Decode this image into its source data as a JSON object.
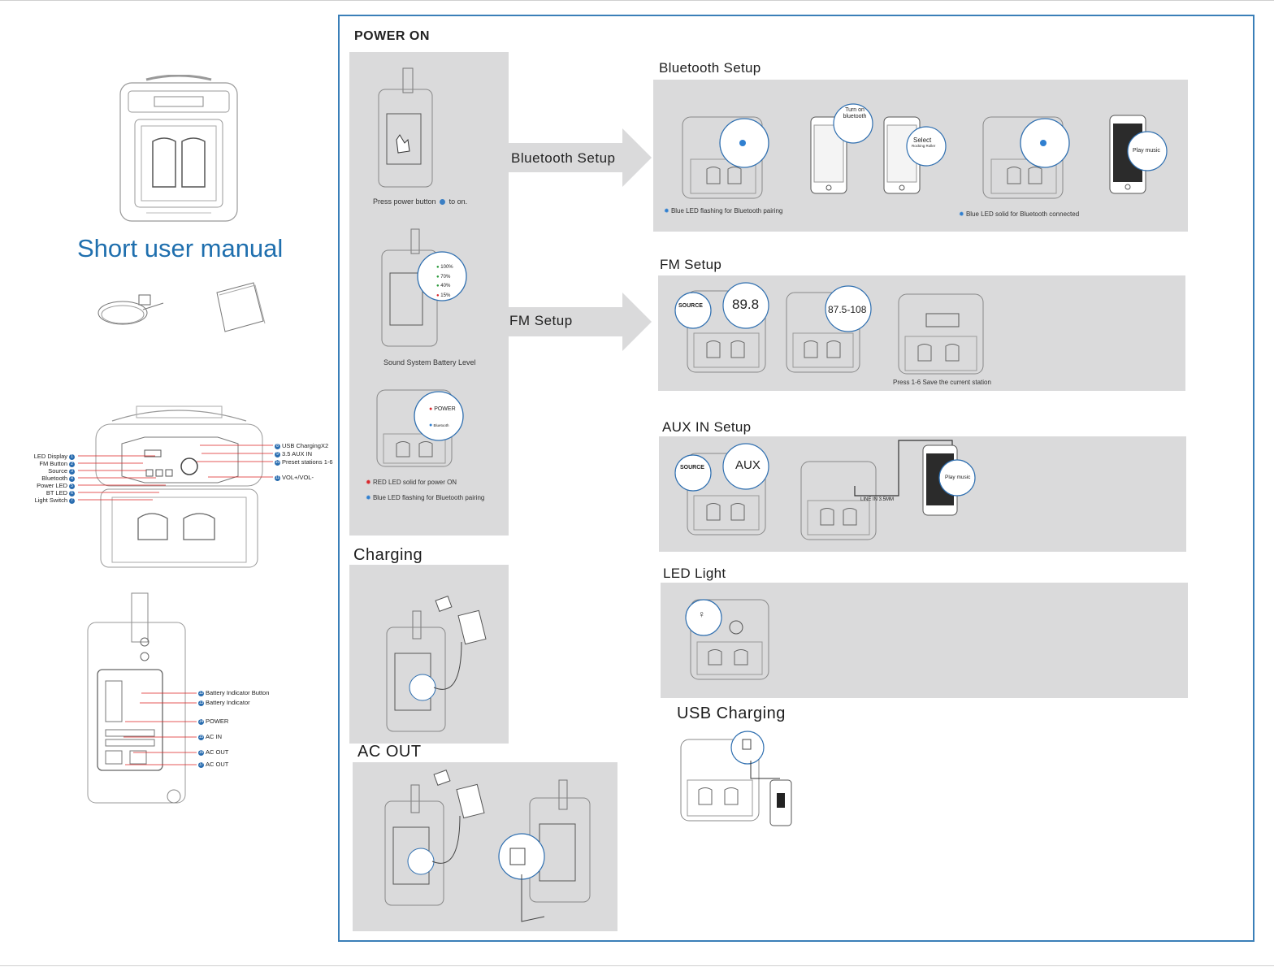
{
  "manual": {
    "title": "Short user manual"
  },
  "front_labels": {
    "left": [
      "LED Display",
      "FM Button",
      "Source",
      "Bluetooth",
      "Power LED",
      "BT LED",
      "Light Switch"
    ],
    "left_nums": [
      "1",
      "2",
      "3",
      "4",
      "5",
      "6",
      "7"
    ],
    "right": [
      "USB ChargingX2",
      "3.5 AUX IN",
      "Preset stations 1-6",
      "VOL+/VOL-"
    ],
    "right_nums": [
      "8",
      "9",
      "10",
      "11"
    ]
  },
  "back_labels": {
    "items": [
      "Battery Indicator Button",
      "Battery Indicator",
      "POWER",
      "AC IN",
      "AC OUT",
      "AC OUT"
    ],
    "nums": [
      "12",
      "13",
      "14",
      "15",
      "16",
      "17"
    ]
  },
  "power_on": {
    "title": "POWER ON",
    "press_caption": "Press power button",
    "press_caption_end": "to on.",
    "battery_levels": [
      "100%",
      "70%",
      "40%",
      "15%"
    ],
    "battery_caption": "Sound System Battery Level",
    "bubble_power": "POWER",
    "bubble_bt": "Bluetooth",
    "red_led": "RED  LED  solid for power ON",
    "blue_led": "Blue LED  flashing for Bluetooth pairing"
  },
  "arrows": {
    "bluetooth": "Bluetooth Setup",
    "fm": "FM Setup"
  },
  "bluetooth_setup": {
    "title": "Bluetooth Setup",
    "turn_on": "Turn on bluetooth",
    "select": "Select",
    "select_sub": "Rocking Roller",
    "play": "Play music",
    "caption_flash": "Blue LED  flashing for Bluetooth pairing",
    "caption_solid": "Blue  LED  solid  for  Bluetooth connected"
  },
  "fm_setup": {
    "title": "FM Setup",
    "source": "SOURCE",
    "freq": "89.8",
    "range": "87.5-108",
    "caption": "Press 1-6 Save the current station"
  },
  "aux_setup": {
    "title": "AUX IN Setup",
    "source": "SOURCE",
    "aux": "AUX",
    "line_in": "LINE IN 3.5MM",
    "play": "Play music"
  },
  "led_light": {
    "title": "LED Light"
  },
  "usb_charging": {
    "title": "USB Charging"
  },
  "charging": {
    "title": "Charging"
  },
  "ac_out": {
    "title": "AC OUT"
  },
  "colors": {
    "frame": "#3a7fb8",
    "panel": "#dadadb",
    "title_blue": "#1f6fae",
    "led_blue": "#2f7fd0",
    "led_red": "#d9262b",
    "led_green": "#2a9a3a"
  }
}
